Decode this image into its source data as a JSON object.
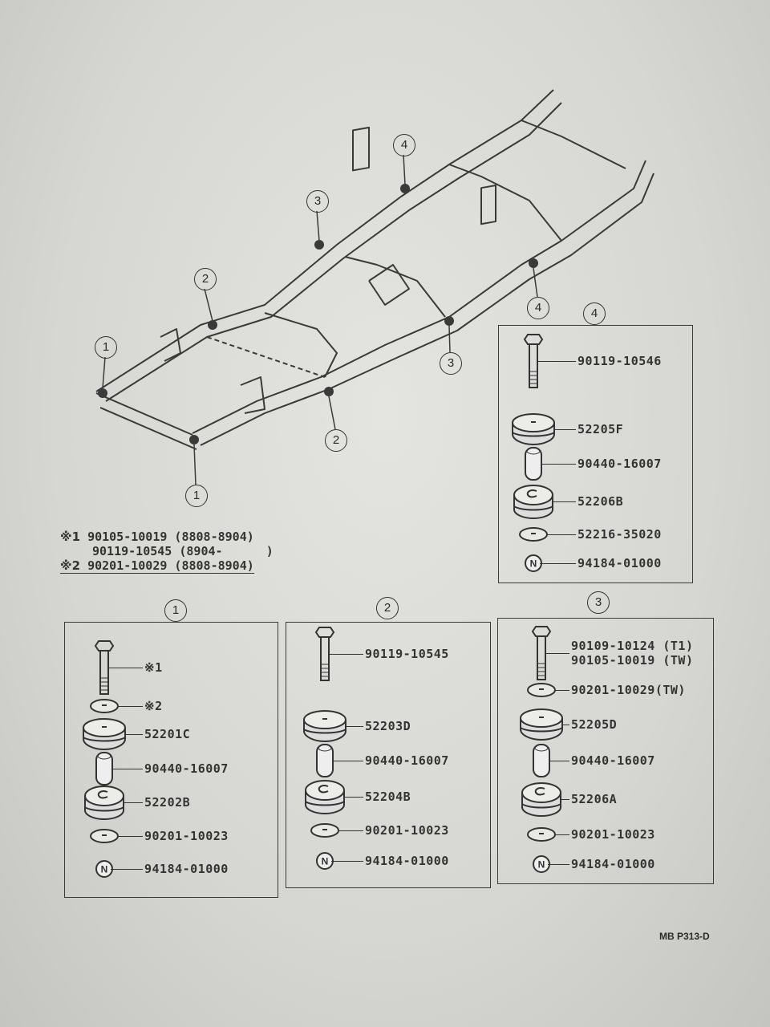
{
  "frame_callouts": [
    "4",
    "3",
    "2",
    "1",
    "3",
    "4",
    "2",
    "1"
  ],
  "notes": [
    {
      "mark": "※1",
      "text": "90105-10019 (8808-8904)"
    },
    {
      "mark": "",
      "text": "90119-10545 (8904-      )"
    },
    {
      "mark": "※2",
      "text": "90201-10029 (8808-8904)"
    }
  ],
  "boxes": {
    "box1": {
      "number": "1",
      "parts": [
        {
          "type": "bolt",
          "label": "※1"
        },
        {
          "type": "washer",
          "label": "※2"
        },
        {
          "type": "cushion",
          "label": "52201C"
        },
        {
          "type": "collar",
          "label": "90440-16007"
        },
        {
          "type": "cushion-c",
          "label": "52202B"
        },
        {
          "type": "washer",
          "label": "90201-10023"
        },
        {
          "type": "nut",
          "label": "94184-01000"
        }
      ]
    },
    "box2": {
      "number": "2",
      "parts": [
        {
          "type": "bolt",
          "label": "90119-10545"
        },
        {
          "type": "cushion",
          "label": "52203D"
        },
        {
          "type": "collar",
          "label": "90440-16007"
        },
        {
          "type": "cushion-c",
          "label": "52204B"
        },
        {
          "type": "washer",
          "label": "90201-10023"
        },
        {
          "type": "nut",
          "label": "94184-01000"
        }
      ]
    },
    "box3": {
      "number": "3",
      "parts": [
        {
          "type": "bolt",
          "label": "90109-10124 (T1)",
          "label2": "90105-10019 (TW)"
        },
        {
          "type": "washer",
          "label": "90201-10029(TW)"
        },
        {
          "type": "cushion",
          "label": "52205D"
        },
        {
          "type": "collar",
          "label": "90440-16007"
        },
        {
          "type": "cushion-c",
          "label": "52206A"
        },
        {
          "type": "washer",
          "label": "90201-10023"
        },
        {
          "type": "nut",
          "label": "94184-01000"
        }
      ]
    },
    "box4": {
      "number": "4",
      "parts": [
        {
          "type": "bolt",
          "label": "90119-10546"
        },
        {
          "type": "cushion",
          "label": "52205F"
        },
        {
          "type": "collar",
          "label": "90440-16007"
        },
        {
          "type": "cushion-c",
          "label": "52206B"
        },
        {
          "type": "washer",
          "label": "52216-35020"
        },
        {
          "type": "nut",
          "label": "94184-01000"
        }
      ]
    }
  },
  "figure_code": "MB P313-D",
  "nut_letter": "N"
}
